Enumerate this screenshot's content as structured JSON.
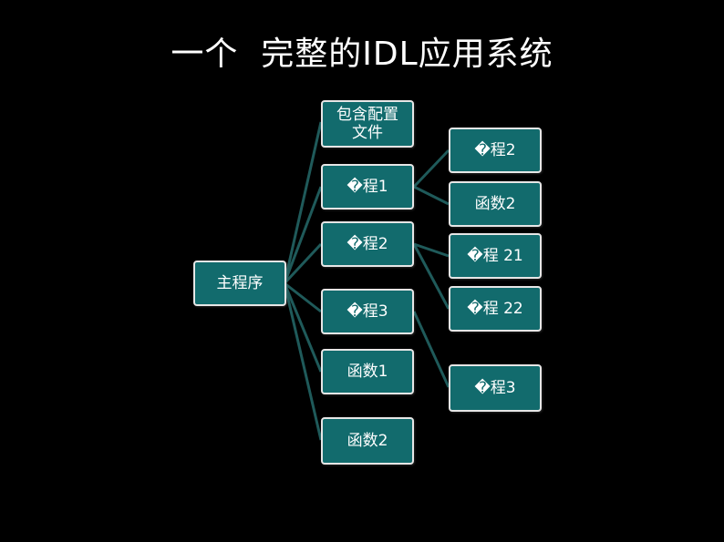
{
  "title": "一个  完整的IDL应用系统",
  "colors": {
    "node_fill": "#126b6d",
    "node_border": "#e6e6e6",
    "connector": "#1f5a5a",
    "background": "#000000",
    "text": "#ffffff"
  },
  "root": {
    "label": "主程序"
  },
  "level1": [
    {
      "label": "包含配置\n文件"
    },
    {
      "label": "�程1"
    },
    {
      "label": "�程2"
    },
    {
      "label": "�程3"
    },
    {
      "label": "函数1"
    },
    {
      "label": "函数2"
    }
  ],
  "level2": [
    {
      "label": "�程2"
    },
    {
      "label": "函数2"
    },
    {
      "label": "�程 21"
    },
    {
      "label": "�程 22"
    },
    {
      "label": "�程3"
    }
  ]
}
